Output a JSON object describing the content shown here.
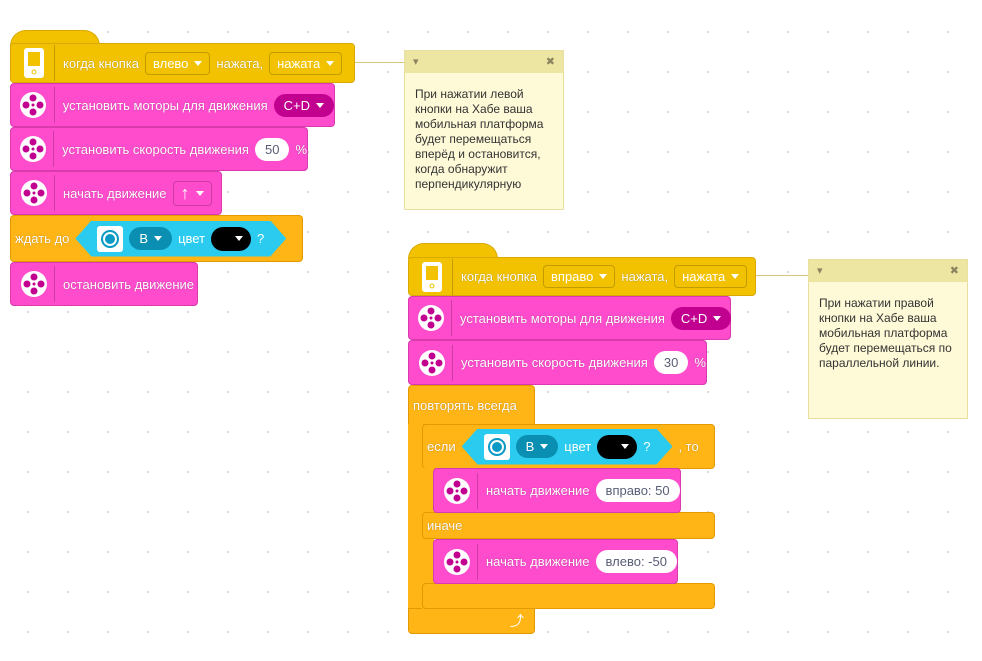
{
  "stack1": {
    "hat": {
      "label": "когда кнопка",
      "button": "влево",
      "label2": "нажата,",
      "state": "нажата"
    },
    "motors": {
      "label": "установить моторы для движения",
      "value": "C+D"
    },
    "speed": {
      "label": "установить скорость движения",
      "value": "50",
      "unit": "%"
    },
    "start": {
      "label": "начать движение",
      "direction": "↑"
    },
    "wait": {
      "label": "ждать до",
      "port": "B",
      "color_label": "цвет",
      "q": "?"
    },
    "stop": {
      "label": "остановить движение"
    }
  },
  "note1": {
    "text": "При нажатии левой кнопки на Хабе ваша мобильная платформа будет перемещаться вперёд и остановится, когда обнаружит перпендикулярную",
    "collapse": "▾",
    "close": "✖"
  },
  "stack2": {
    "hat": {
      "label": "когда кнопка",
      "button": "вправо",
      "label2": "нажата,",
      "state": "нажата"
    },
    "motors": {
      "label": "установить моторы для движения",
      "value": "C+D"
    },
    "speed": {
      "label": "установить скорость движения",
      "value": "30",
      "unit": "%"
    },
    "forever": {
      "label": "повторять всегда"
    },
    "if": {
      "label": "если",
      "port": "B",
      "color_label": "цвет",
      "q": "?",
      "then": ", то",
      "else": "иначе"
    },
    "move1": {
      "label": "начать движение",
      "value": "вправо: 50"
    },
    "move2": {
      "label": "начать движение",
      "value": "влево: -50"
    }
  },
  "note2": {
    "text": "При нажатии правой кнопки на Хабе ваша мобильная платформа будет перемещаться по параллельной линии.",
    "collapse": "▾",
    "close": "✖"
  }
}
